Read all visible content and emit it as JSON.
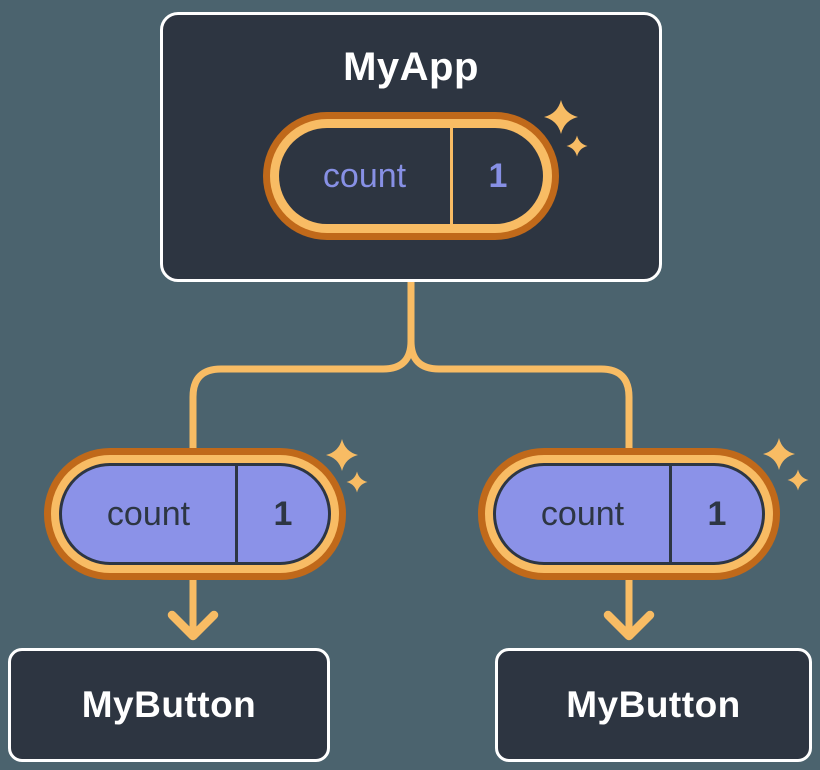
{
  "colors": {
    "background": "#4B636E",
    "card": "#2D3541",
    "card_border": "#FFFFFF",
    "title_text": "#FFFFFF",
    "accent_light": "#F8BC64",
    "accent_dark": "#C0691A",
    "purple": "#8B92E8",
    "purple_text": "#8790E5",
    "dark_text": "#2D3643"
  },
  "tree": {
    "root": {
      "title": "MyApp",
      "state": {
        "label": "count",
        "value": "1"
      }
    },
    "children": [
      {
        "title": "MyButton",
        "state": {
          "label": "count",
          "value": "1"
        }
      },
      {
        "title": "MyButton",
        "state": {
          "label": "count",
          "value": "1"
        }
      }
    ]
  }
}
